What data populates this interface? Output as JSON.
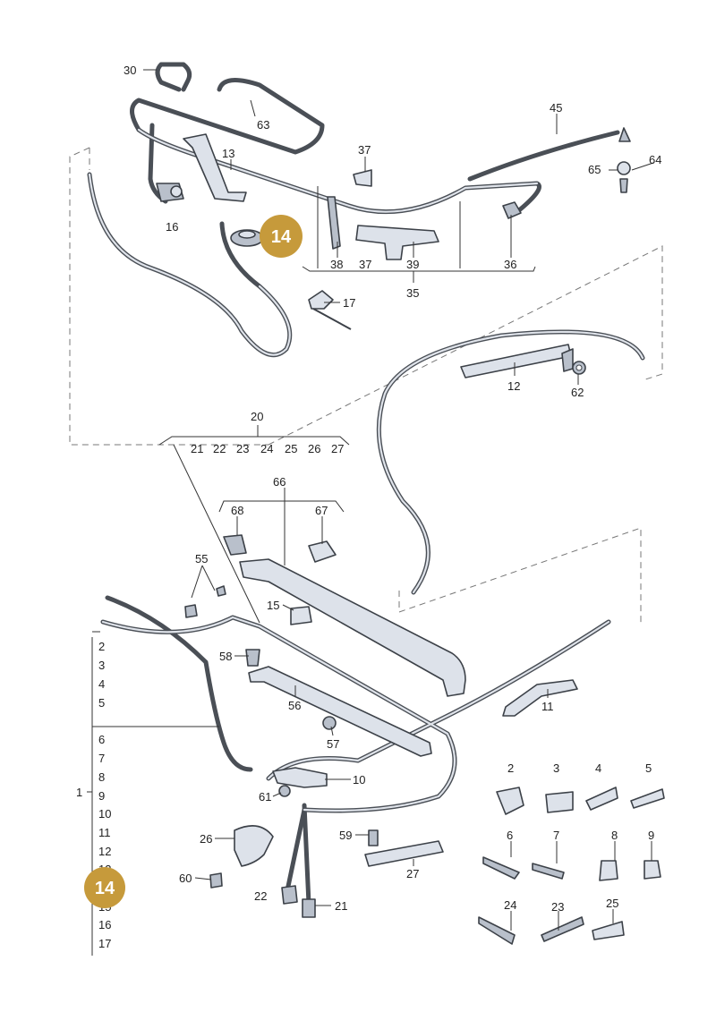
{
  "callouts": {
    "c30": "30",
    "c63": "63",
    "c13": "13",
    "c16": "16",
    "c14_top": "14",
    "c37a": "37",
    "c38": "38",
    "c37b": "37",
    "c39": "39",
    "c36": "36",
    "c35": "35",
    "c45": "45",
    "c64": "64",
    "c65": "65",
    "c17": "17",
    "c12": "12",
    "c62": "62",
    "c20": "20",
    "c21": "21",
    "c22": "22",
    "c23": "23",
    "c24": "24",
    "c25": "25",
    "c26": "26",
    "c27": "27",
    "c66": "66",
    "c68": "68",
    "c67": "67",
    "c55": "55",
    "c15": "15",
    "c58": "58",
    "c56": "56",
    "c57": "57",
    "c11": "11",
    "c10": "10",
    "c61": "61",
    "c59": "59",
    "c27b": "27",
    "c26b": "26",
    "c60": "60",
    "c22b": "22",
    "c21b": "21",
    "c1": "1",
    "c14_bottom": "14",
    "g2": "2",
    "g3": "3",
    "g4": "4",
    "g5": "5",
    "g6": "6",
    "g7": "7",
    "g8": "8",
    "g9": "9",
    "g24": "24",
    "g23": "23",
    "g25": "25"
  },
  "list_1": [
    "2",
    "3",
    "4",
    "5",
    "6",
    "7",
    "8",
    "9",
    "10",
    "11",
    "12",
    "13",
    "15",
    "16",
    "17"
  ],
  "colors": {
    "badge": "#c69a3b",
    "pipe": "#4a4f56",
    "part_fill": "#dde2ea"
  }
}
